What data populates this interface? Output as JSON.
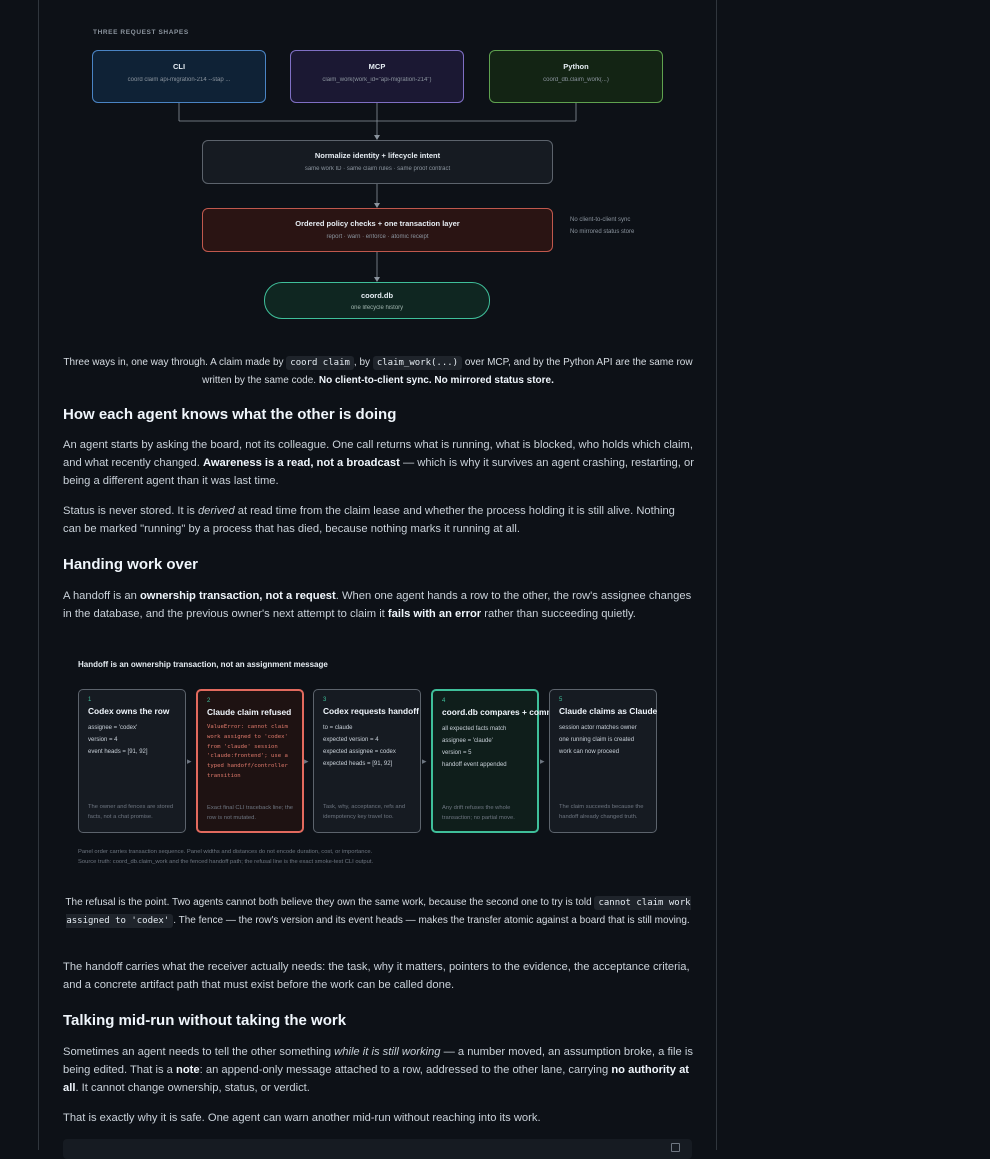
{
  "diagram1": {
    "label": "THREE REQUEST SHAPES",
    "cli": {
      "title": "CLI",
      "sub": "coord claim api-migration-214 --stap ..."
    },
    "mcp": {
      "title": "MCP",
      "sub": "claim_work(work_id=\"api-migration-214\")"
    },
    "python": {
      "title": "Python",
      "sub": "coord_db.claim_work(...)"
    },
    "normalize": {
      "title": "Normalize identity + lifecycle intent",
      "sub": "same work ID · same claim rules · same proof contract"
    },
    "policy": {
      "title": "Ordered policy checks + one transaction layer",
      "sub": "report · warn · enforce · atomic receipt"
    },
    "side_notes": [
      "No client-to-client sync",
      "No mirrored status store"
    ],
    "db": {
      "title": "coord.db",
      "sub": "one lifecycle history"
    },
    "colors": {
      "cli": "#4a84c4",
      "mcp": "#7f6fc4",
      "python": "#5fa24f",
      "policy": "#c0584d",
      "db": "#3fbf9a"
    }
  },
  "caption1": {
    "p1": "Three ways in, one way through. A claim made by ",
    "code1": "coord claim",
    "p2": ", by ",
    "code2": "claim_work(...)",
    "p3": " over MCP, and by the Python API are the same row written by the same code. ",
    "bold": "No client-to-client sync. No mirrored status store."
  },
  "section1": {
    "heading": "How each agent knows what the other is doing",
    "para1_a": "An agent starts by asking the board, not its colleague. One call returns what is running, what is blocked, who holds which claim, and what recently changed. ",
    "para1_b": "Awareness is a read, not a broadcast",
    "para1_c": " — which is why it survives an agent crashing, restarting, or being a different agent than it was last time.",
    "para2_a": "Status is never stored. It is ",
    "para2_i": "derived",
    "para2_b": " at read time from the claim lease and whether the process holding it is still alive. Nothing can be marked \"running\" by a process that has died, because nothing marks it running at all."
  },
  "section2": {
    "heading": "Handing work over",
    "para_a": "A handoff is an ",
    "para_b1": "ownership transaction, not a request",
    "para_c": ". When one agent hands a row to the other, the row's assignee changes in the database, and the previous owner's next attempt to claim it ",
    "para_b2": "fails with an error",
    "para_d": " rather than succeeding quietly."
  },
  "diagram2": {
    "title": "Handoff is an ownership transaction, not an assignment message",
    "panels": [
      {
        "num": "1",
        "title": "Codex owns the row",
        "facts": [
          "assignee = 'codex'",
          "version = 4",
          "event heads = [91, 92]"
        ],
        "foot": "The owner and fences are stored facts, not a chat promise."
      },
      {
        "num": "2",
        "title": "Claude claim refused",
        "facts": [
          "ValueError: cannot claim",
          "work assigned to 'codex'",
          "from 'claude' session",
          "'claude:frontend'; use a",
          "typed handoff/controller",
          "transition"
        ],
        "foot": "Exact final CLI traceback line; the row is not mutated."
      },
      {
        "num": "3",
        "title": "Codex requests handoff",
        "facts": [
          "to = claude",
          "expected version = 4",
          "expected assignee = codex",
          "expected heads = [91, 92]"
        ],
        "foot": "Task, why, acceptance, refs and idempotency key travel too."
      },
      {
        "num": "4",
        "title": "coord.db compares + commits",
        "facts": [
          "all expected facts match",
          "assignee = 'claude'",
          "version = 5",
          "handoff event appended"
        ],
        "foot": "Any drift refuses the whole transaction; no partial move."
      },
      {
        "num": "5",
        "title": "Claude claims as Claude",
        "facts": [
          "session actor matches owner",
          "one running claim is created",
          "work can now proceed"
        ],
        "foot": "The claim succeeds because the handoff already changed truth."
      }
    ],
    "note1": "Panel order carries transaction sequence. Panel widths and distances do not encode duration, cost, or importance.",
    "note2": "Source truth: coord_db.claim_work and the fenced handoff path; the refusal line is the exact smoke-test CLI output.",
    "arrow_glyph": "▸"
  },
  "caption2": {
    "p1": "The refusal is the point. Two agents cannot both believe they own the same work, because the second one to try is told ",
    "code": "cannot claim work assigned to 'codex'",
    "p2": ". The fence — the row's version and its event heads — makes the transfer atomic against a board that is still moving."
  },
  "para_handoff": "The handoff carries what the receiver actually needs: the task, why it matters, pointers to the evidence, the acceptance criteria, and a concrete artifact path that must exist before the work can be called done.",
  "section3": {
    "heading": "Talking mid-run without taking the work",
    "para_a": "Sometimes an agent needs to tell the other something ",
    "para_i": "while it is still working",
    "para_b": " — a number moved, an assumption broke, a file is being edited. That is a ",
    "para_b1": "note",
    "para_c": ": an append-only message attached to a row, addressed to the other lane, carrying ",
    "para_b2": "no authority at all",
    "para_d": ". It cannot change ownership, status, or verdict.",
    "para2": "That is exactly why it is safe. One agent can warn another mid-run without reaching into its work."
  }
}
